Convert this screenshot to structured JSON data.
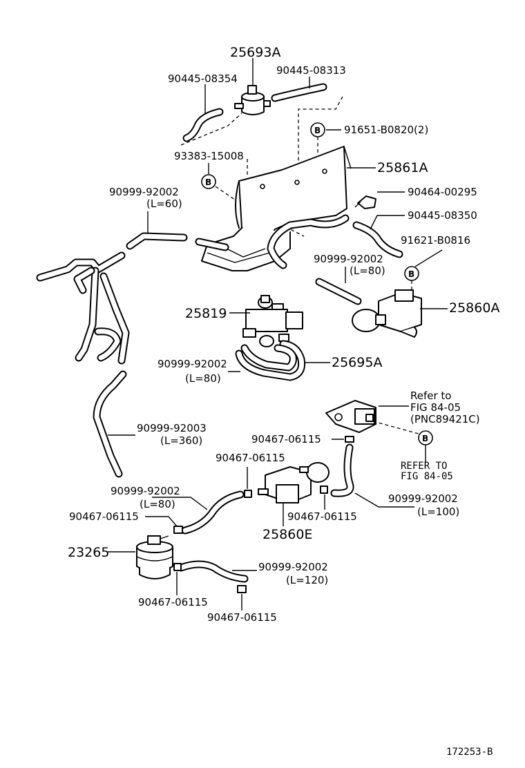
{
  "labels": {
    "p25693A": "25693A",
    "p90445_08354": "90445-08354",
    "p90445_08313": "90445-08313",
    "p91651": "91651-B0820(2)",
    "p93383": "93383-15008",
    "p25861A": "25861A",
    "p90999_92002_a": "90999-92002",
    "p90999_92002_a_len": "(L=60)",
    "p90464": "90464-00295",
    "p90445_08350": "90445-08350",
    "p91621": "91621-B0816",
    "p90999_92002_b": "90999-92002",
    "p90999_92002_b_len": "(L=80)",
    "p25819": "25819",
    "p25860A": "25860A",
    "p90999_92002_c": "90999-92002",
    "p90999_92002_c_len": "(L=80)",
    "p25695A": "25695A",
    "refer1_line1": "Refer to",
    "refer1_line2": "FIG  84-05",
    "refer1_line3": "(PNC89421C)",
    "p90999_92003": "90999-92003",
    "p90999_92003_len": "(L=360)",
    "p90467_06115_a": "90467-06115",
    "p90467_06115_b": "90467-06115",
    "refer2_line1": "REFER TO",
    "refer2_line2": "FIG  84-05",
    "p90999_92002_d": "90999-92002",
    "p90999_92002_d_len": "(L=80)",
    "p90999_92002_e": "90999-92002",
    "p90999_92002_e_len": "(L=100)",
    "p90467_06115_c": "90467-06115",
    "p90467_06115_d": "90467-06115",
    "p25860E": "25860E",
    "p23265": "23265",
    "p90999_92002_f": "90999-92002",
    "p90999_92002_f_len": "(L=120)",
    "p90467_06115_e": "90467-06115",
    "p90467_06115_f": "90467-06115"
  },
  "callouts": {
    "bolt_marker": "B"
  },
  "figure_number": "172253-B"
}
